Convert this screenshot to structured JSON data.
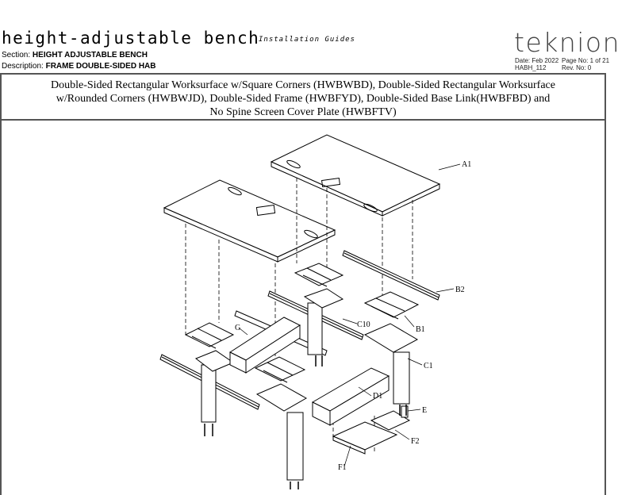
{
  "header": {
    "title": "height-adjustable bench",
    "subtitle": "Installation Guides",
    "logo": "teknion",
    "section_label": "Section:",
    "section_value": "HEIGHT ADJUSTABLE BENCH",
    "description_label": "Description:",
    "description_value": "FRAME DOUBLE-SIDED HAB",
    "date": "Date: Feb 2022",
    "page": "Page No: 1 of 21",
    "doc_code": "HABH_112",
    "revision": "Rev. No: 0"
  },
  "content": {
    "title_lines": [
      "Double-Sided Rectangular Worksurface w/Square Corners (HWBWBD), Double-Sided Rectangular Worksurface",
      "w/Rounded Corners (HWBWJD), Double-Sided Frame (HWBFYD), Double-Sided Base Link(HWBFBD) and",
      "No Spine Screen Cover Plate (HWBFTV)"
    ]
  },
  "drawing": {
    "labels": {
      "A1": "A1",
      "B2": "B2",
      "B1": "B1",
      "C10": "C10",
      "C1": "C1",
      "G": "G",
      "D1": "D1",
      "E": "E",
      "F2": "F2",
      "F1": "F1"
    }
  }
}
